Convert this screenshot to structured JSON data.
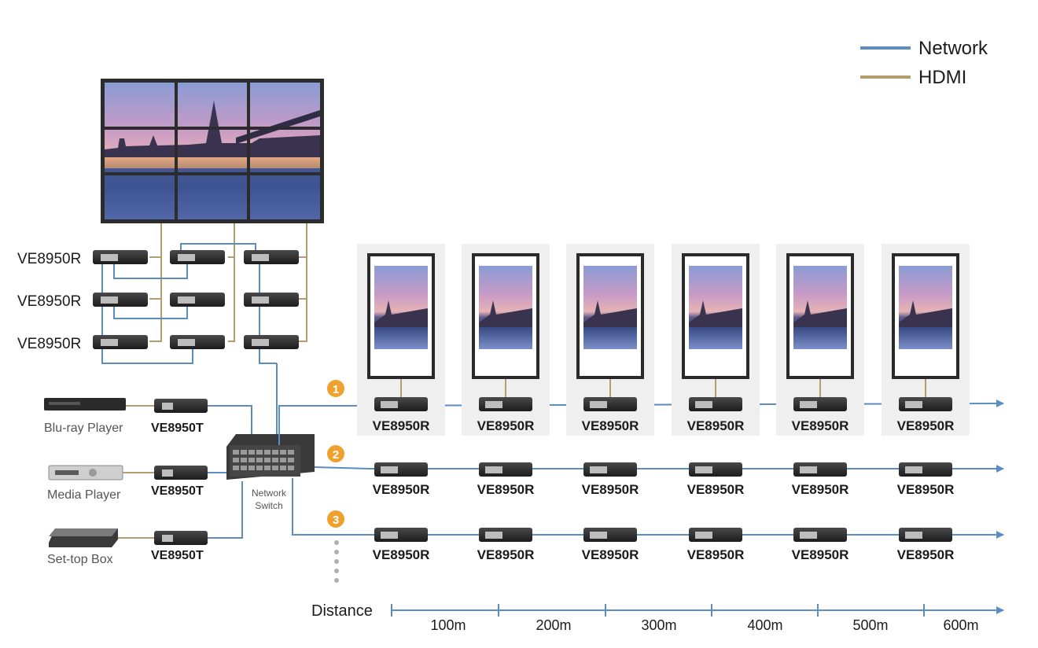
{
  "legend": {
    "network_label": "Network",
    "hdmi_label": "HDMI",
    "network_color": "#5b8cc2",
    "hdmi_color": "#b39d6a"
  },
  "video_wall": {
    "receiver_labels": [
      "VE8950R",
      "VE8950R",
      "VE8950R"
    ]
  },
  "sources": [
    {
      "name": "Blu-ray Player",
      "icon": "blu-ray-player-icon",
      "transmitter": "VE8950T"
    },
    {
      "name": "Media Player",
      "icon": "media-player-icon",
      "transmitter": "VE8950T"
    },
    {
      "name": "Set-top Box",
      "icon": "set-top-box-icon",
      "transmitter": "VE8950T"
    }
  ],
  "switch": {
    "label_line1": "Network",
    "label_line2": "Switch"
  },
  "chains": [
    {
      "number": "1",
      "receiver_label": "VE8950R"
    },
    {
      "number": "2",
      "receiver_label": "VE8950R"
    },
    {
      "number": "3",
      "receiver_label": "VE8950R"
    }
  ],
  "distance": {
    "label": "Distance",
    "ticks": [
      "100m",
      "200m",
      "300m",
      "400m",
      "500m",
      "600m"
    ]
  },
  "colors": {
    "badge": "#f0a12d",
    "device_body": "#2b2b2b",
    "panel_bg": "#efefef"
  }
}
